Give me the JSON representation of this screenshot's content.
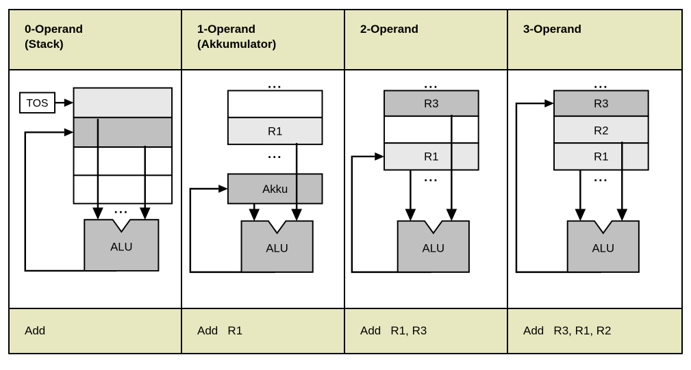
{
  "figure": {
    "type": "diagram",
    "description": "Comparison of instruction formats by operand count: 0-operand stack machine, 1-operand accumulator machine, 2-operand and 3-operand register machines."
  },
  "colors": {
    "header_bg": "#e8e8c0",
    "footer_bg": "#e8e8c0",
    "border": "#000000",
    "cell_empty": "#ffffff",
    "cell_light": "#e8e8e8",
    "cell_dark": "#c0c0c0",
    "alu_fill": "#c0c0c0"
  },
  "columns": [
    {
      "id": "zero-operand",
      "header": "0-Operand\n(Stack)",
      "instruction": "Add",
      "alu_label": "ALU",
      "pointer_label": "TOS",
      "ellipsis": "...",
      "cells": [
        {
          "label": "",
          "shade": "light"
        },
        {
          "label": "",
          "shade": "dark"
        },
        {
          "label": "",
          "shade": "empty"
        },
        {
          "label": "",
          "shade": "empty"
        }
      ]
    },
    {
      "id": "one-operand",
      "header": "1-Operand\n(Akkumulator)",
      "instruction": "Add   R1",
      "alu_label": "ALU",
      "accumulator_label": "Akku",
      "ellipsis": "...",
      "cells": [
        {
          "label": "",
          "shade": "empty"
        },
        {
          "label": "R1",
          "shade": "light"
        }
      ]
    },
    {
      "id": "two-operand",
      "header": "2-Operand",
      "instruction": "Add   R1, R3",
      "alu_label": "ALU",
      "ellipsis": "...",
      "cells": [
        {
          "label": "R3",
          "shade": "dark"
        },
        {
          "label": "",
          "shade": "empty"
        },
        {
          "label": "R1",
          "shade": "light"
        }
      ]
    },
    {
      "id": "three-operand",
      "header": "3-Operand",
      "instruction": "Add   R3, R1, R2",
      "alu_label": "ALU",
      "ellipsis": "...",
      "cells": [
        {
          "label": "R3",
          "shade": "dark"
        },
        {
          "label": "R2",
          "shade": "light"
        },
        {
          "label": "R1",
          "shade": "light"
        }
      ]
    }
  ]
}
